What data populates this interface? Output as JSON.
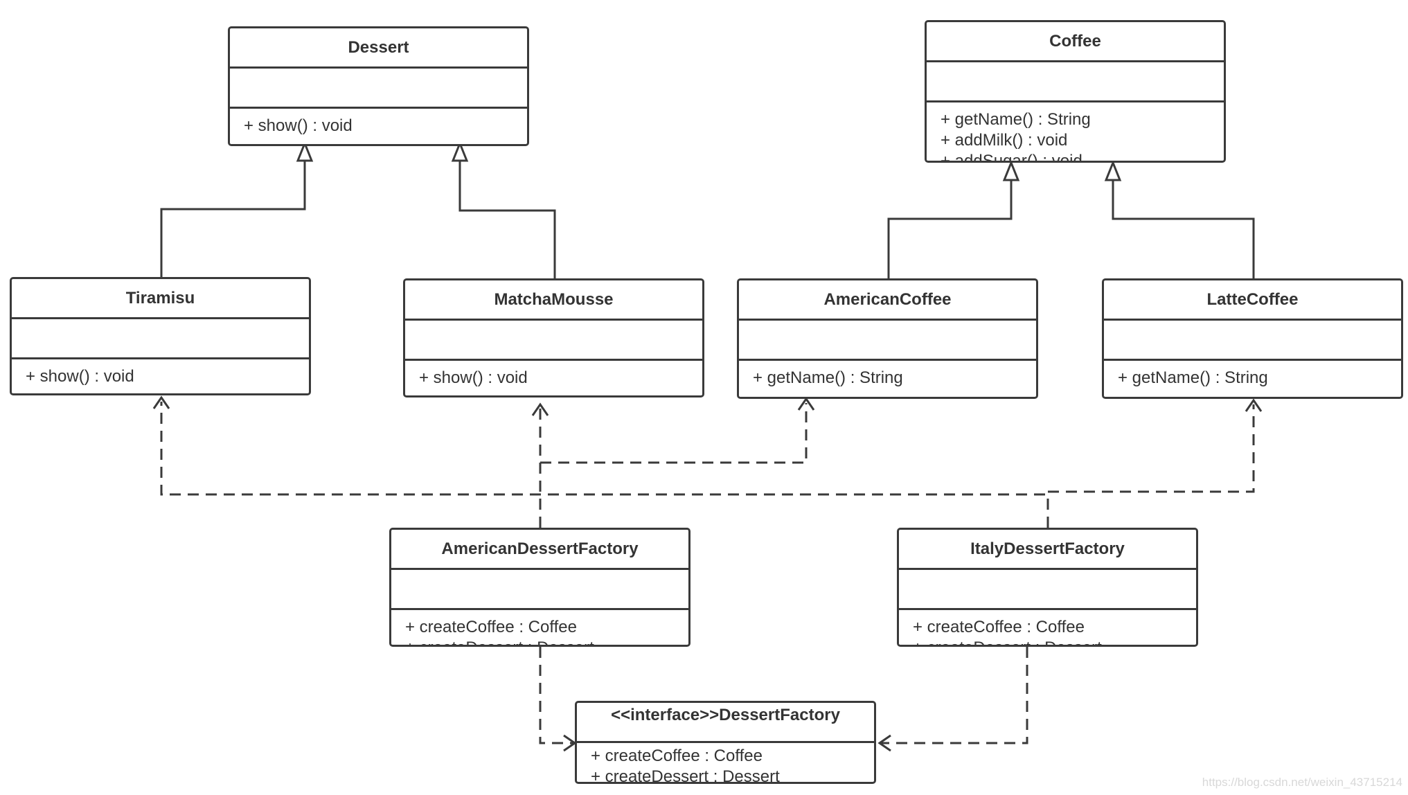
{
  "classes": {
    "dessert": {
      "name": "Dessert",
      "ops": [
        "+ show() : void"
      ]
    },
    "coffee": {
      "name": "Coffee",
      "ops": [
        "+ getName() : String",
        "+ addMilk() : void",
        "+ addSugar() : void"
      ]
    },
    "tiramisu": {
      "name": "Tiramisu",
      "ops": [
        "+ show() : void"
      ]
    },
    "matcha_mousse": {
      "name": "MatchaMousse",
      "ops": [
        "+ show() : void"
      ]
    },
    "american_coffee": {
      "name": "AmericanCoffee",
      "ops": [
        "+ getName() : String"
      ]
    },
    "latte_coffee": {
      "name": "LatteCoffee",
      "ops": [
        "+ getName() : String"
      ]
    },
    "american_dessert_factory": {
      "name": "AmericanDessertFactory",
      "ops": [
        "+ createCoffee : Coffee",
        "+ createDessert : Dessert"
      ]
    },
    "italy_dessert_factory": {
      "name": "ItalyDessertFactory",
      "ops": [
        "+ createCoffee : Coffee",
        "+ createDessert : Dessert"
      ]
    },
    "dessert_factory": {
      "name": "<<interface>>DessertFactory",
      "ops": [
        "+ createCoffee : Coffee",
        "+ createDessert : Dessert"
      ]
    }
  },
  "relations": [
    {
      "type": "generalization",
      "from": "Tiramisu",
      "to": "Dessert"
    },
    {
      "type": "generalization",
      "from": "MatchaMousse",
      "to": "Dessert"
    },
    {
      "type": "generalization",
      "from": "AmericanCoffee",
      "to": "Coffee"
    },
    {
      "type": "generalization",
      "from": "LatteCoffee",
      "to": "Coffee"
    },
    {
      "type": "dependency",
      "from": "AmericanDessertFactory",
      "to": "MatchaMousse"
    },
    {
      "type": "dependency",
      "from": "AmericanDessertFactory",
      "to": "AmericanCoffee"
    },
    {
      "type": "dependency",
      "from": "ItalyDessertFactory",
      "to": "Tiramisu"
    },
    {
      "type": "dependency",
      "from": "ItalyDessertFactory",
      "to": "LatteCoffee"
    },
    {
      "type": "realization",
      "from": "AmericanDessertFactory",
      "to": "<<interface>>DessertFactory"
    },
    {
      "type": "realization",
      "from": "ItalyDessertFactory",
      "to": "<<interface>>DessertFactory"
    }
  ],
  "watermark": "https://blog.csdn.net/weixin_43715214",
  "colors": {
    "line": "#3a3a3a",
    "text": "#333333",
    "background": "#ffffff",
    "watermark": "#d8d8d8"
  }
}
